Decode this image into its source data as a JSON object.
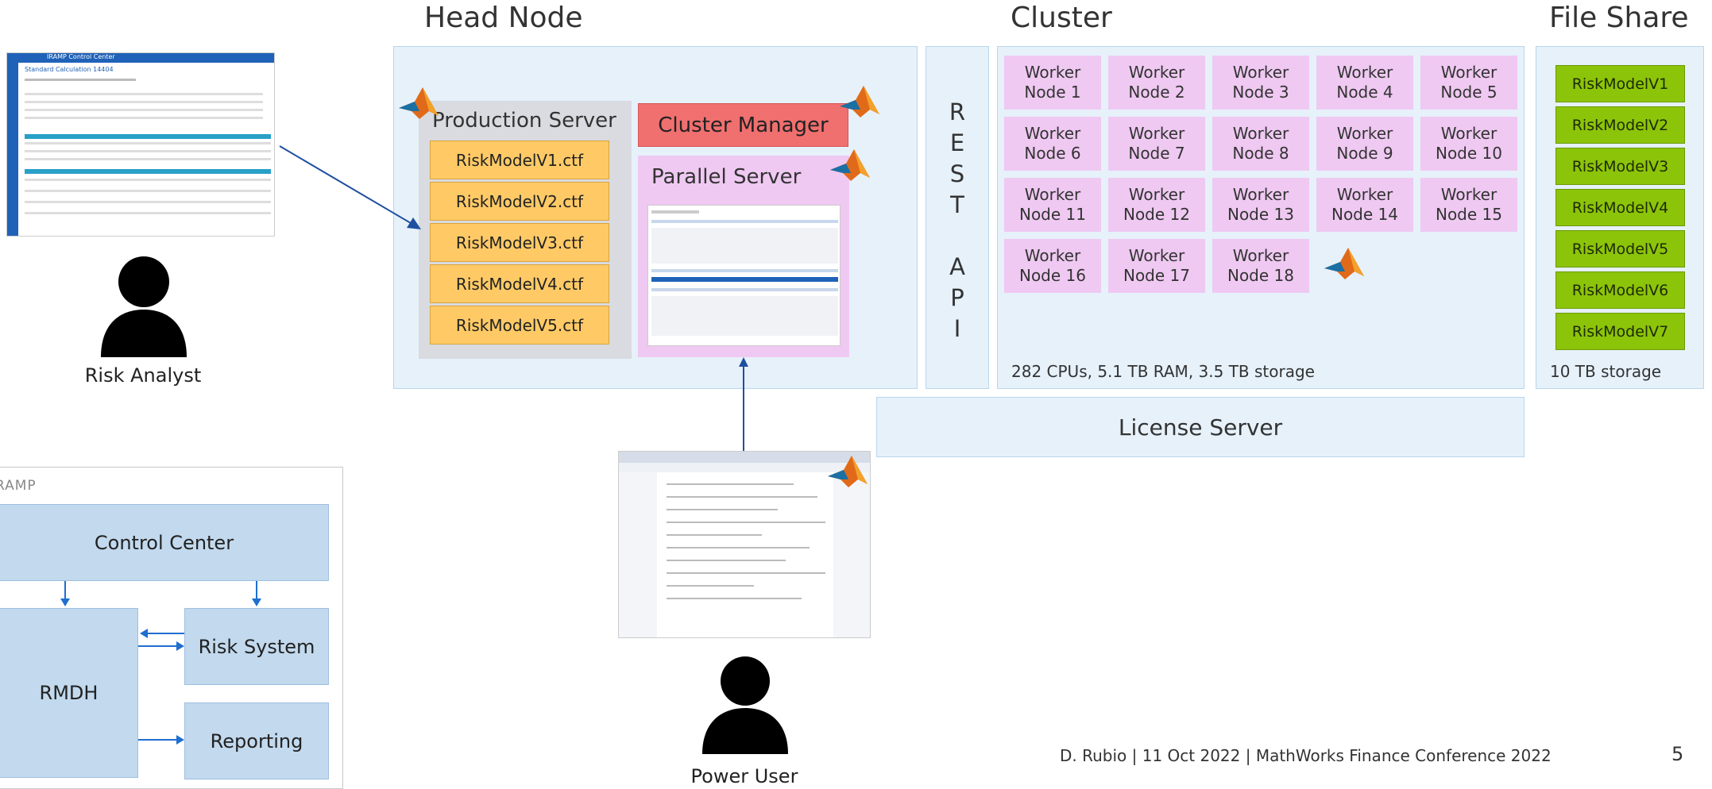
{
  "head_node": {
    "title": "Head Node",
    "production_server": {
      "title": "Production Server",
      "models": [
        "RiskModelV1.ctf",
        "RiskModelV2.ctf",
        "RiskModelV3.ctf",
        "RiskModelV4.ctf",
        "RiskModelV5.ctf"
      ]
    },
    "cluster_manager": "Cluster Manager",
    "parallel_server": "Parallel Server"
  },
  "rest_api": {
    "letters": [
      "R",
      "E",
      "S",
      "T",
      "",
      "A",
      "P",
      "I"
    ]
  },
  "cluster": {
    "title": "Cluster",
    "workers": [
      "Worker\nNode 1",
      "Worker\nNode 2",
      "Worker\nNode 3",
      "Worker\nNode 4",
      "Worker\nNode 5",
      "Worker\nNode 6",
      "Worker\nNode 7",
      "Worker\nNode 8",
      "Worker\nNode 9",
      "Worker\nNode 10",
      "Worker\nNode 11",
      "Worker\nNode 12",
      "Worker\nNode 13",
      "Worker\nNode 14",
      "Worker\nNode 15",
      "Worker\nNode 16",
      "Worker\nNode 17",
      "Worker\nNode 18"
    ],
    "specs": "282 CPUs, 5.1 TB RAM, 3.5 TB storage"
  },
  "file_share": {
    "title": "File Share",
    "models": [
      "RiskModelV1",
      "RiskModelV2",
      "RiskModelV3",
      "RiskModelV4",
      "RiskModelV5",
      "RiskModelV6",
      "RiskModelV7"
    ],
    "storage": "10 TB storage"
  },
  "license_server": "License Server",
  "risk_analyst": {
    "label": "Risk Analyst",
    "screen_title": "Standard Calculation 14404",
    "app_name": "IRAMP Control Center"
  },
  "power_user": {
    "label": "Power User"
  },
  "iramp": {
    "label": "IRAMP",
    "control_center": "Control Center",
    "risk_system": "Risk System",
    "rmdh": "RMDH",
    "reporting": "Reporting"
  },
  "footer": {
    "text": "D. Rubio | 11 Oct 2022 | MathWorks Finance Conference 2022",
    "page": "5"
  },
  "colors": {
    "panel": "#e6f1fa",
    "worker": "#efc9f2",
    "model": "#ffca66",
    "file": "#8cc40a",
    "cluster_manager": "#f06f6f",
    "iramp_box": "#c2d9ee"
  }
}
